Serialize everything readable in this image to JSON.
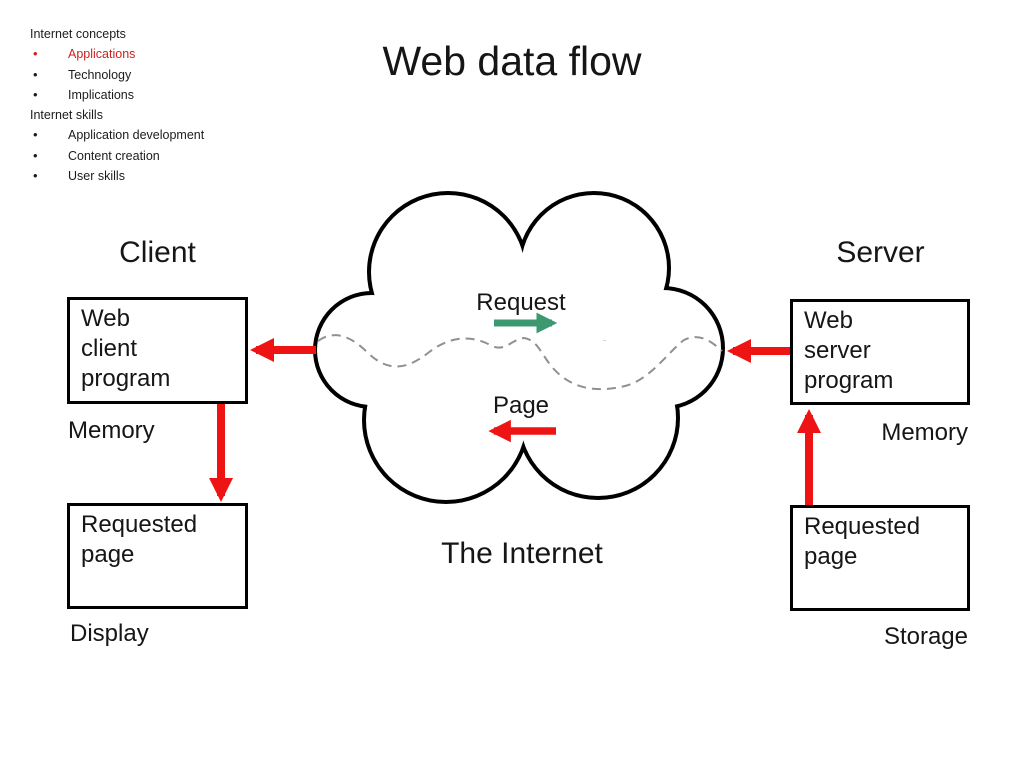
{
  "slide": {
    "title": "Web data flow",
    "background": "#ffffff"
  },
  "outline": {
    "sections": [
      {
        "title": "Internet concepts",
        "items": [
          {
            "label": "Applications",
            "active": true
          },
          {
            "label": "Technology",
            "active": false
          },
          {
            "label": "Implications",
            "active": false
          }
        ]
      },
      {
        "title": "Internet skills",
        "items": [
          {
            "label": "Application development",
            "active": false
          },
          {
            "label": "Content creation",
            "active": false
          },
          {
            "label": "User skills",
            "active": false
          }
        ]
      }
    ]
  },
  "diagram": {
    "client": {
      "heading": "Client",
      "program_box": "Web\nclient\nprogram",
      "memory_label": "Memory",
      "page_box": "Requested\npage",
      "display_label": "Display"
    },
    "server": {
      "heading": "Server",
      "program_box": "Web\nserver\nprogram",
      "memory_label": "Memory",
      "page_box": "Requested\npage",
      "storage_label": "Storage"
    },
    "internet": {
      "label": "The Internet",
      "request_label": "Request",
      "page_label": "Page"
    }
  },
  "colors": {
    "arrow_red": "#ee1414",
    "arrow_green": "#3b9870",
    "active_outline_item": "#cc2222",
    "dashed_line": "#909090",
    "cloud_outline": "#000000"
  }
}
